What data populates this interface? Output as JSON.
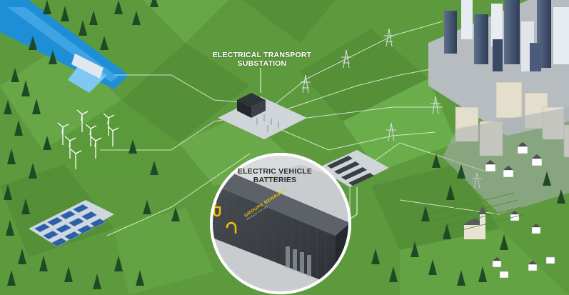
{
  "labels": {
    "substation": [
      "ELECTRICAL TRANSPORT",
      "SUBSTATION"
    ],
    "batteries": [
      "ELECTRIC VEHICLE",
      "BATTERIES"
    ]
  },
  "brand": {
    "name": "GROUPE RENAULT",
    "tagline": "PASSION FOR LIFE"
  },
  "icons": [
    "dam",
    "wind-turbines",
    "solar-panels",
    "substation",
    "battery-container",
    "power-pylons",
    "city",
    "houses",
    "church",
    "plug-icon"
  ],
  "colors": {
    "grass": "#5d9a3e",
    "grass_light": "#76b04f",
    "line": "#e8f0e0",
    "water": "#1e8fd6",
    "battery_accent": "#f2c200"
  }
}
